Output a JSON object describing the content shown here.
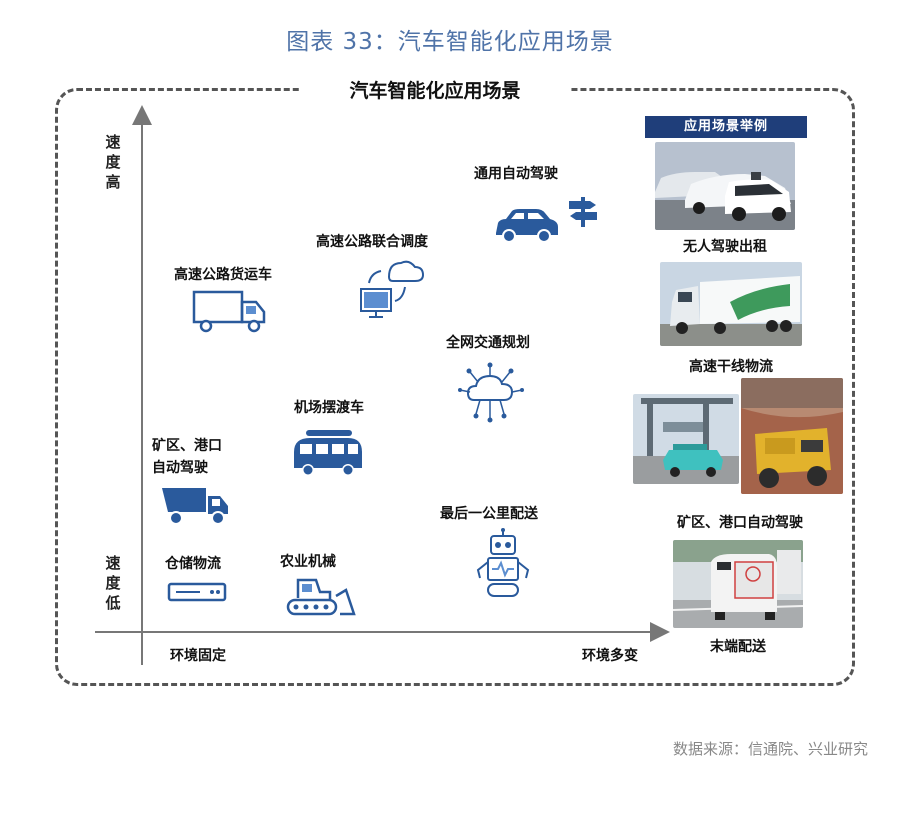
{
  "figure_title": "图表 33：汽车智能化应用场景",
  "diagram": {
    "title": "汽车智能化应用场景",
    "axis": {
      "y_high": "速度高",
      "y_low": "速度低",
      "x_fixed": "环境固定",
      "x_variable": "环境多变"
    },
    "scenarios": [
      {
        "label": "通用自动驾驶",
        "icon": "car-icon"
      },
      {
        "label": "高速公路联合调度",
        "icon": "cloud-monitor-icon"
      },
      {
        "label": "高速公路货运车",
        "icon": "truck-icon"
      },
      {
        "label": "全网交通规划",
        "icon": "cloud-network-icon"
      },
      {
        "label": "机场摆渡车",
        "icon": "van-icon"
      },
      {
        "label": "矿区、港口",
        "label2": "自动驾驶",
        "icon": "dump-truck-icon"
      },
      {
        "label": "最后一公里配送",
        "icon": "robot-icon"
      },
      {
        "label": "仓储物流",
        "icon": "storage-device-icon"
      },
      {
        "label": "农业机械",
        "icon": "bulldozer-icon"
      }
    ],
    "examples": {
      "header": "应用场景举例",
      "items": [
        {
          "label": "无人驾驶出租"
        },
        {
          "label": "高速干线物流"
        },
        {
          "label": "矿区、港口自动驾驶"
        },
        {
          "label": "末端配送"
        }
      ]
    }
  },
  "source_note": "数据来源：信通院、兴业研究",
  "colors": {
    "title": "#4f73a8",
    "icon": "#2a5a9c",
    "header": "#1f3e7a"
  }
}
